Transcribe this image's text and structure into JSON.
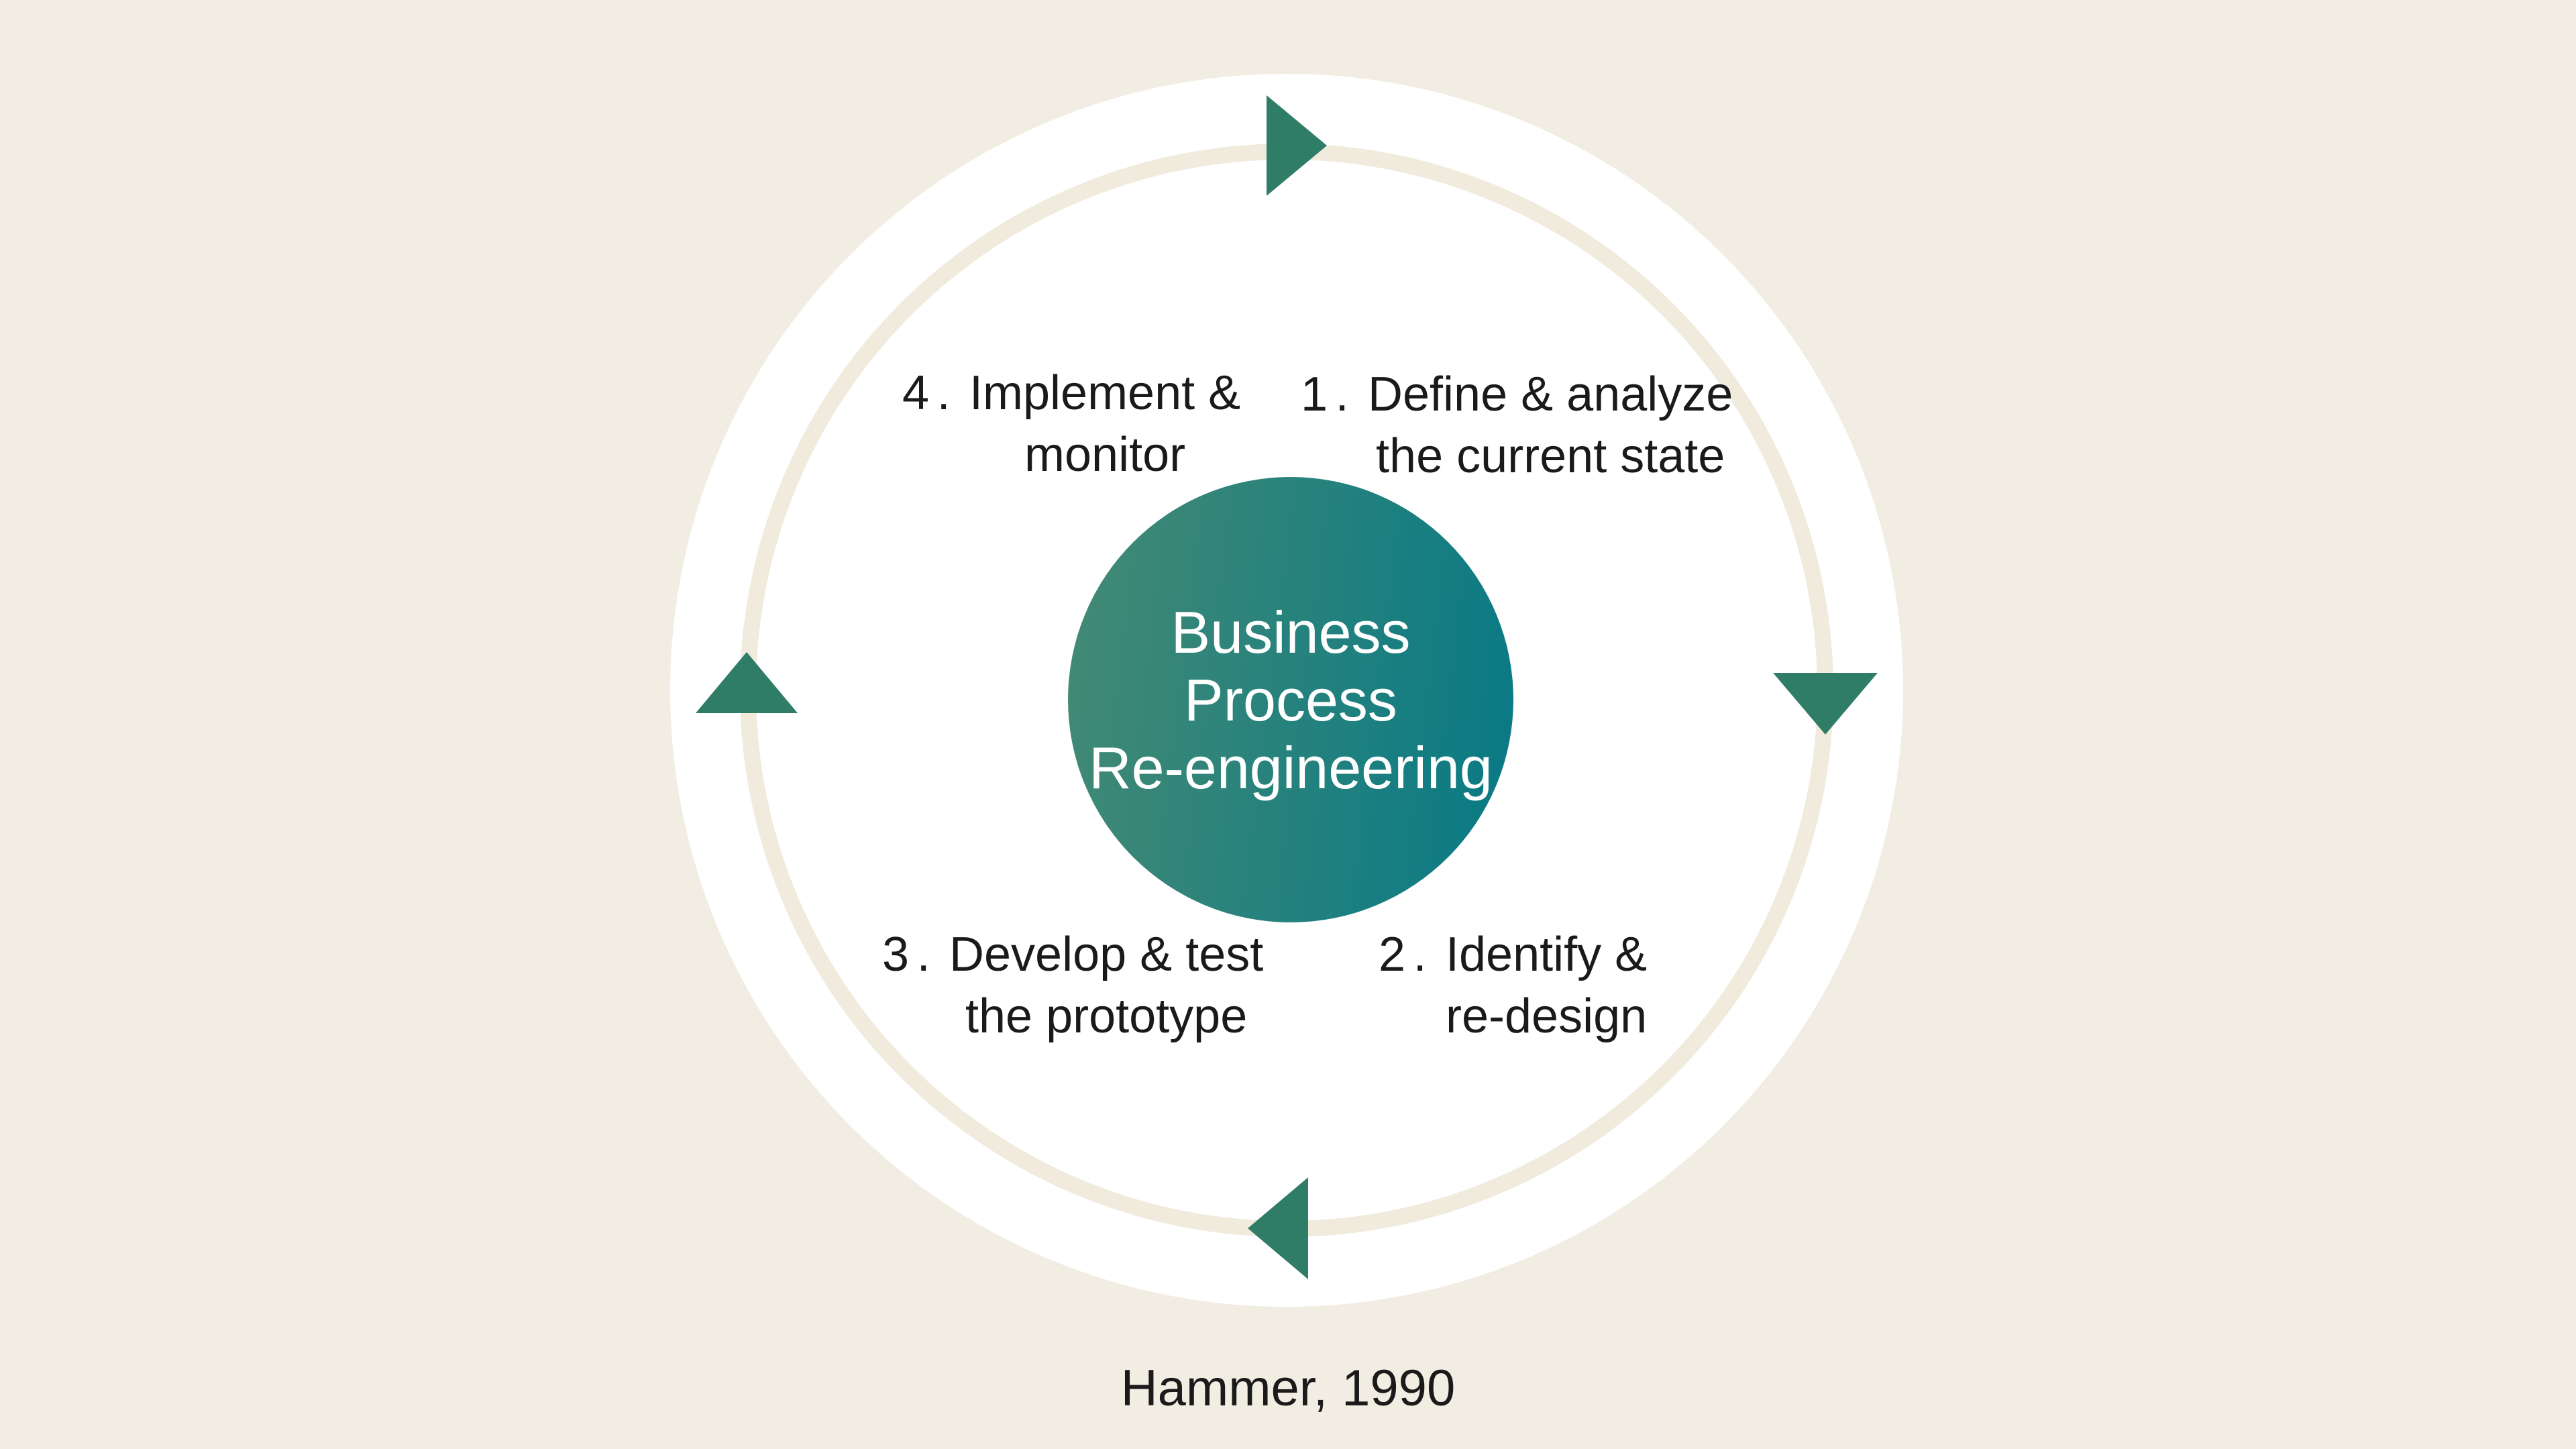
{
  "diagram": {
    "title_lines": [
      "Business",
      "Process",
      "Re-engineering"
    ],
    "caption": "Hammer, 1990"
  },
  "steps": [
    {
      "number": "1.",
      "line1": "Define & analyze",
      "line2": "the current state",
      "position": "top-right"
    },
    {
      "number": "2.",
      "line1": "Identify &",
      "line2": "re-design",
      "position": "bottom-right"
    },
    {
      "number": "3.",
      "line1": "Develop & test",
      "line2": "the prototype",
      "position": "bottom-left"
    },
    {
      "number": "4.",
      "line1": "Implement &",
      "line2": "monitor",
      "position": "top-left"
    }
  ],
  "icons": [
    "arrow-right-icon",
    "arrow-down-icon",
    "arrow-left-icon",
    "arrow-up-icon"
  ],
  "colors": {
    "background": "#f2ede2",
    "ring": "#f1ebde",
    "disc": "#ffffff",
    "arrow": "#2f7d67",
    "gradient-start": "#458a74",
    "gradient-end": "#0a7a85",
    "title-text": "#ffffff",
    "label-text": "#1a1a1a"
  }
}
